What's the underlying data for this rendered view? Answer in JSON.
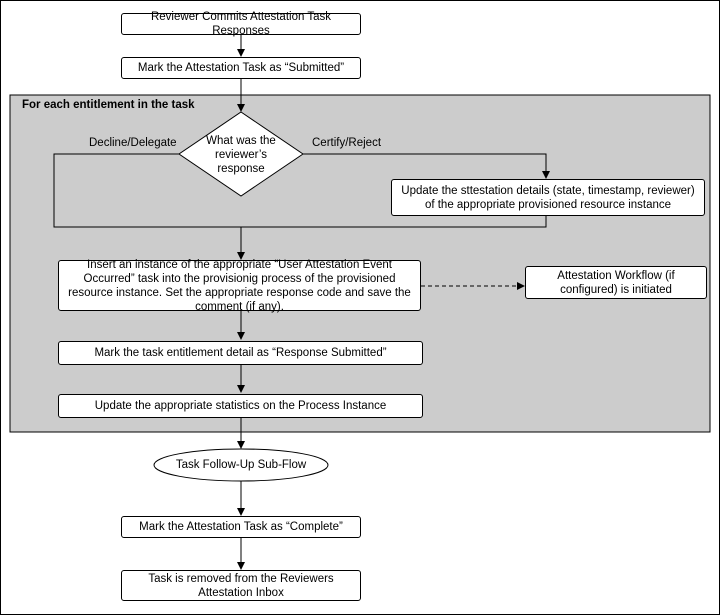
{
  "diagram": {
    "container_label": "For each entitlement in the task",
    "nodes": {
      "commit": "Reviewer Commits Attestation Task Responses",
      "mark_submitted": "Mark the Attestation Task as “Submitted”",
      "decision": "What was the reviewer’s response",
      "update_details": "Update the sttestation details (state, timestamp, reviewer) of the appropriate provisioned resource instance",
      "insert_instance": "Insert an instance of the appropriate “User Attestation Event Occurred” task into the provisionig process of the provisioned resource instance. Set the appropriate response code and save the comment (if any).",
      "workflow": "Attestation Workflow (if configured) is initiated",
      "mark_entitlement": "Mark the task entitlement detail as  “Response Submitted”",
      "update_stats": "Update the appropriate statistics on the Process Instance",
      "followup": "Task Follow-Up Sub-Flow",
      "mark_complete": "Mark the Attestation Task as “Complete”",
      "removed": "Task is removed from the Reviewers Attestation Inbox"
    },
    "edge_labels": {
      "left": "Decline/Delegate",
      "right": "Certify/Reject"
    }
  }
}
